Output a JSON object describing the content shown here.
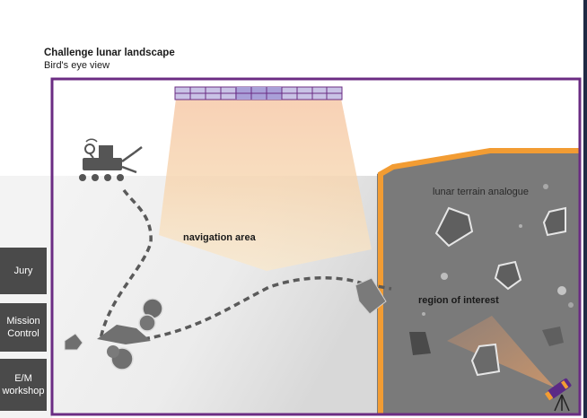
{
  "header": {
    "title": "Challenge lunar landscape",
    "subtitle": "Bird's eye view"
  },
  "labels": {
    "navigation_area": "navigation area",
    "terrain": "lunar terrain analogue",
    "region_of_interest": "region of interest"
  },
  "sidebar": {
    "items": [
      {
        "label": "Jury"
      },
      {
        "label": "Mission\nControl"
      },
      {
        "label": "E/M\nworkshop"
      }
    ]
  },
  "colors": {
    "frame": "#6b2c83",
    "terrain": "#7a7a7a",
    "terrain_edge": "#f29c33",
    "rock": "#5f5f5f",
    "sidebar": "#4a4a4a"
  },
  "icons": [
    "rover-icon",
    "camera-grid-icon",
    "telescope-icon",
    "rock-icon"
  ]
}
